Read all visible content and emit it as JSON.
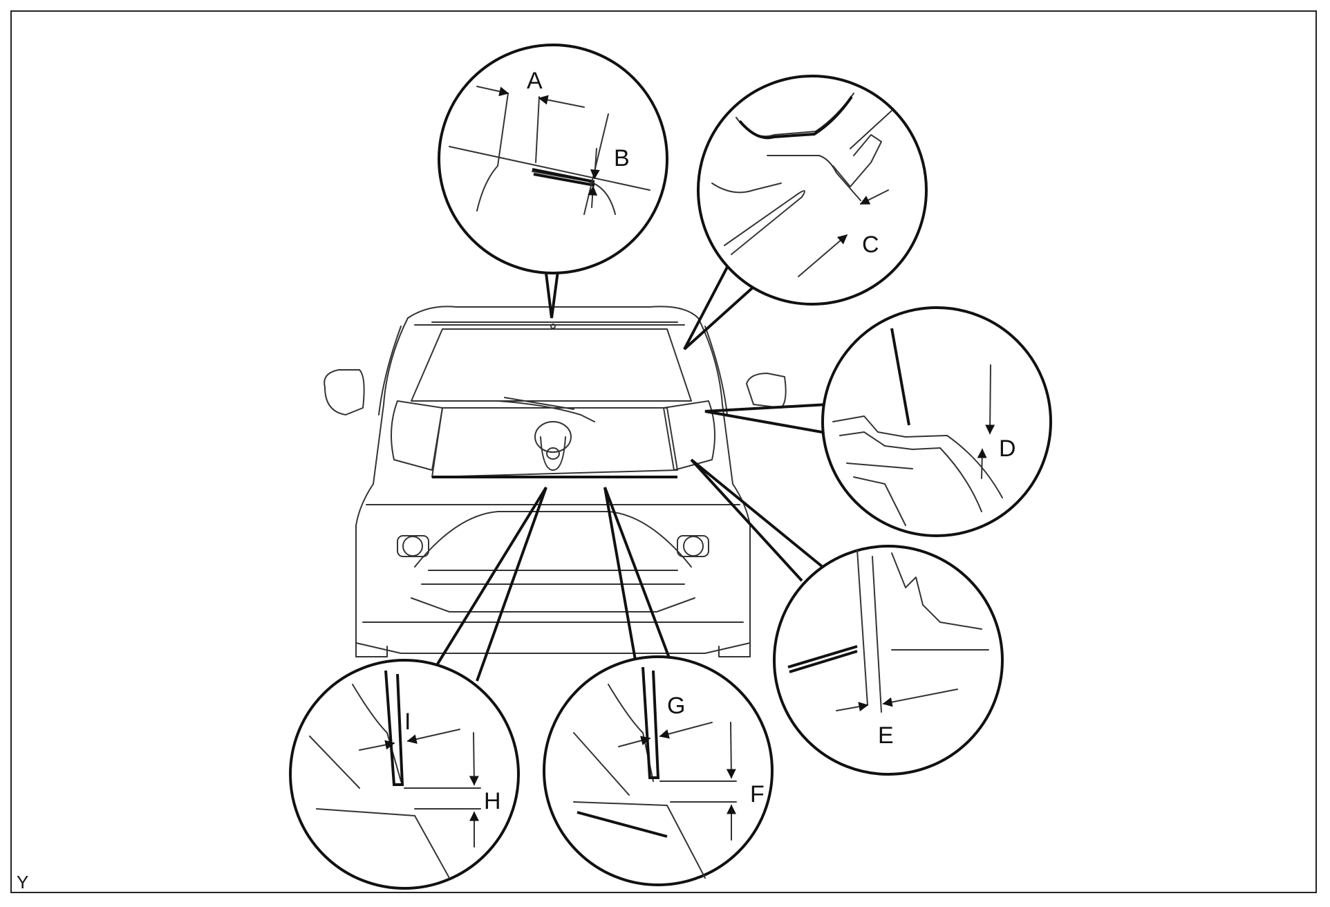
{
  "figure": {
    "corner_code": "Y",
    "callouts": {
      "A": "A",
      "B": "B",
      "C": "C",
      "D": "D",
      "E": "E",
      "F": "F",
      "G": "G",
      "H": "H",
      "I": "I"
    }
  }
}
